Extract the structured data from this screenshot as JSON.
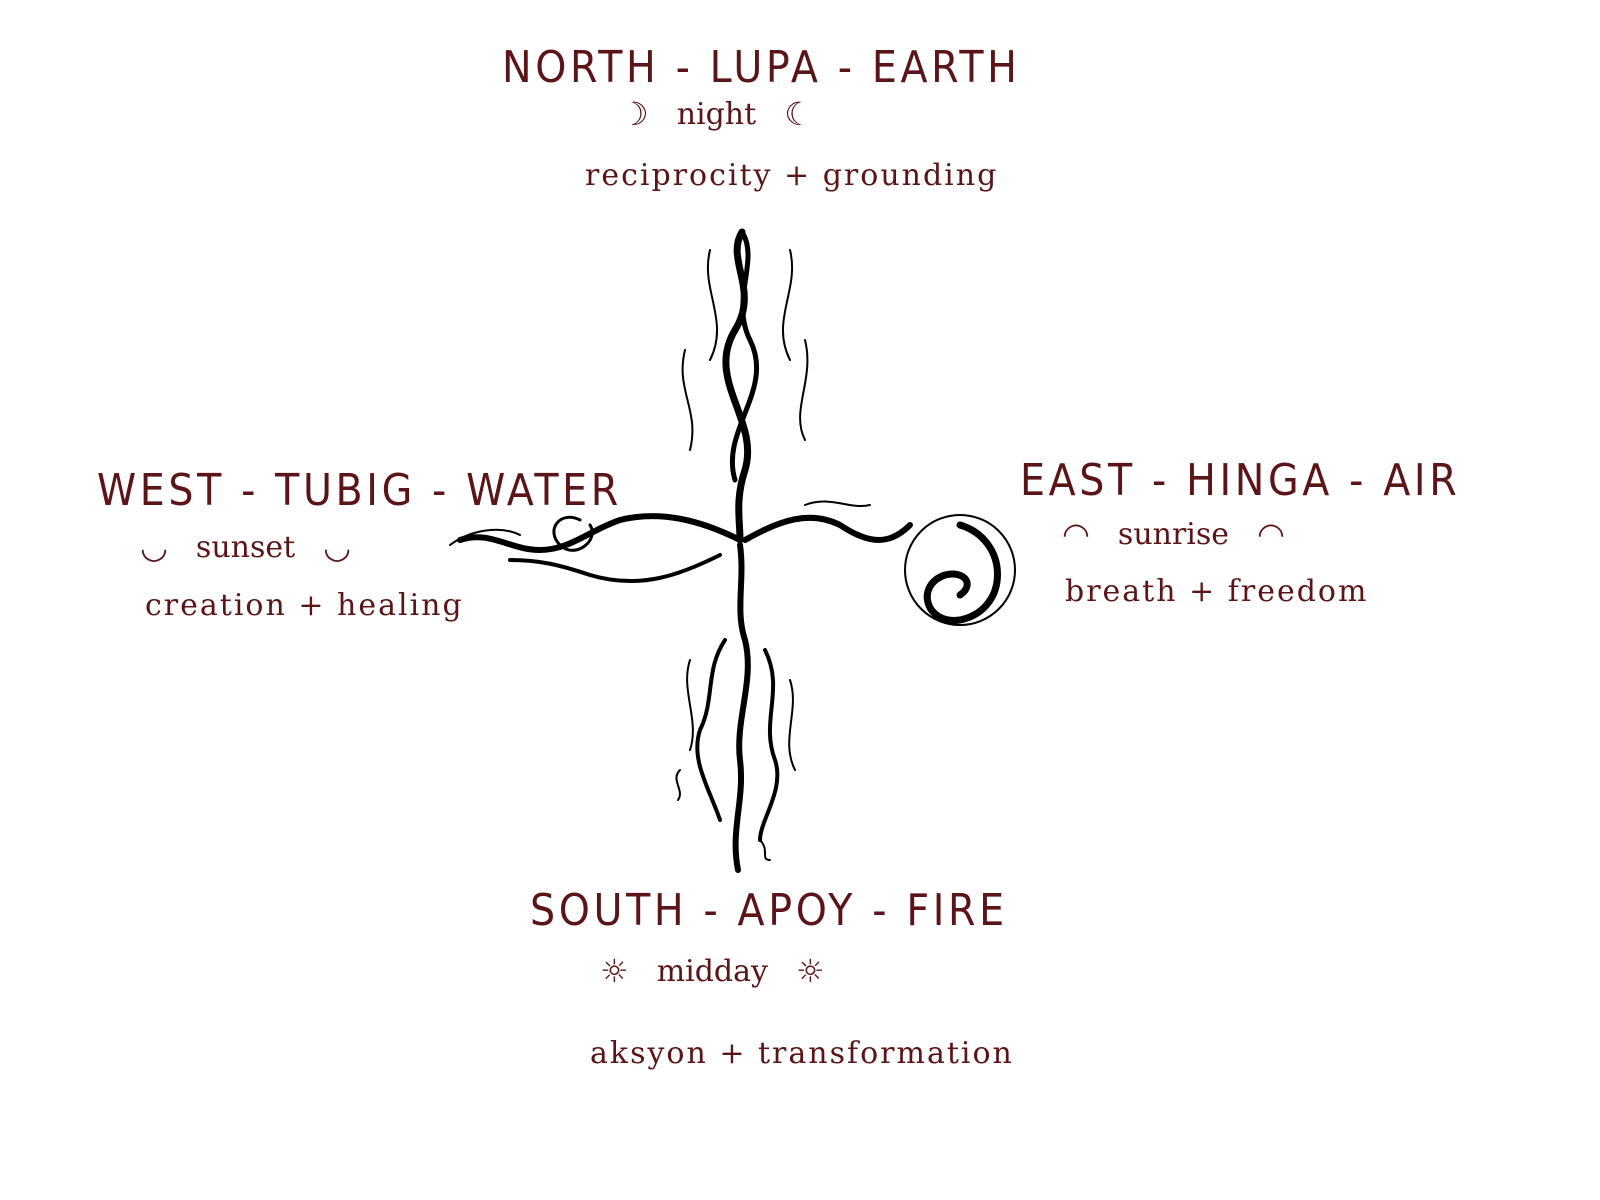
{
  "directions": {
    "north": {
      "title": "NORTH - LUPA - EARTH",
      "time": "night",
      "values": "reciprocity + grounding",
      "icon": "moon-icon"
    },
    "west": {
      "title": "WEST - TUBIG - WATER",
      "time": "sunset",
      "values": "creation + healing",
      "icon": "sunset-icon"
    },
    "east": {
      "title": "EAST - HINGA - AIR",
      "time": "sunrise",
      "values": "breath + freedom",
      "icon": "sunrise-icon"
    },
    "south": {
      "title": "SOUTH - APOY - FIRE",
      "time": "midday",
      "values": "aksyon + transformation",
      "icon": "sun-icon"
    }
  },
  "colors": {
    "text": "#5b1518",
    "ink": "#000000"
  }
}
